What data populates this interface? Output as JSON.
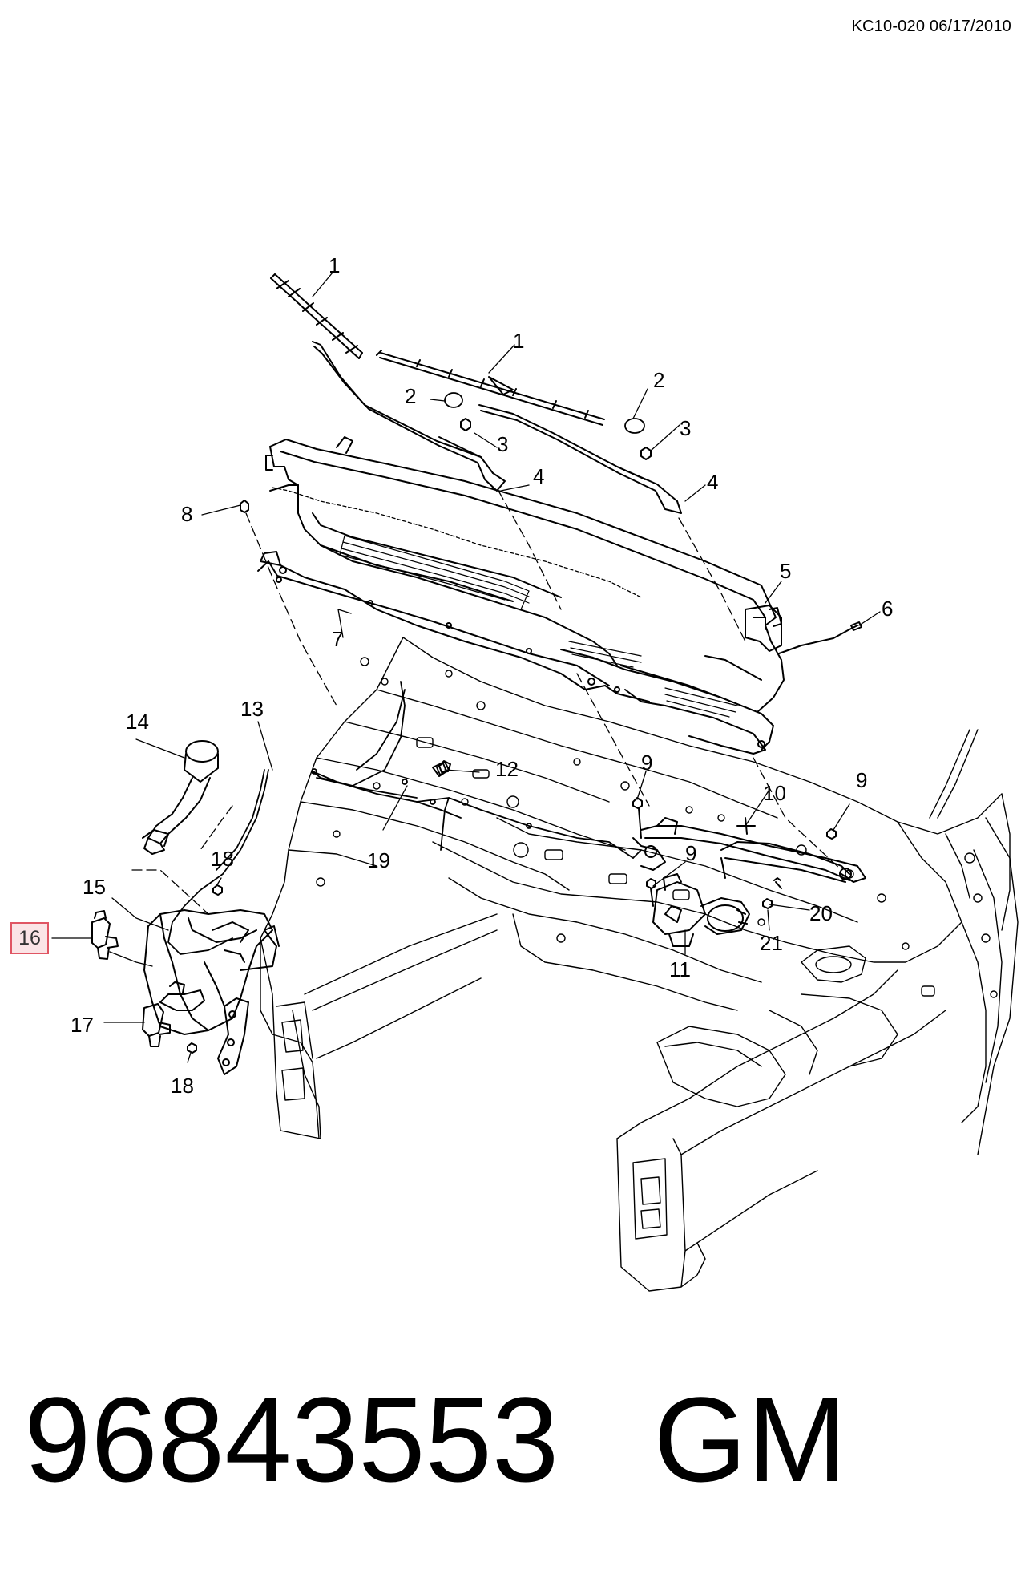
{
  "header": {
    "doc_code": "KC10-020 06/17/2010"
  },
  "callouts": [
    "1",
    "1",
    "2",
    "2",
    "3",
    "3",
    "4",
    "4",
    "5",
    "6",
    "7",
    "8",
    "9",
    "9",
    "9",
    "10",
    "11",
    "12",
    "13",
    "14",
    "15",
    "16",
    "17",
    "18",
    "18",
    "19",
    "20",
    "21"
  ],
  "highlighted_callout": "16",
  "footer": {
    "part_number": "96843553",
    "brand": "GM"
  }
}
